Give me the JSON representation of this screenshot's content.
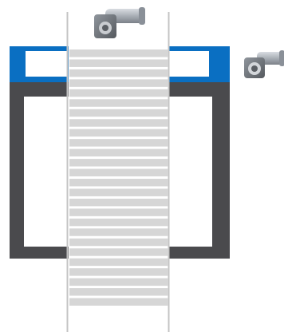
{
  "diagram": {
    "colors": {
      "background": "#ffffff",
      "blue_frame": "#0a6fc2",
      "blue_frame_dark": "#075da6",
      "dark_frame": "#4a4a4d",
      "conveyor_rail": "#c4c4c4",
      "conveyor_slat": "#d6d6d6",
      "gap": "#ffffff"
    },
    "icons": {
      "top_motor": "gear-motor-icon",
      "side_motor": "gear-motor-icon"
    },
    "conveyor": {
      "slat_count": 26,
      "orientation": "vertical"
    },
    "blue_frame": {
      "window_count": 3
    }
  }
}
